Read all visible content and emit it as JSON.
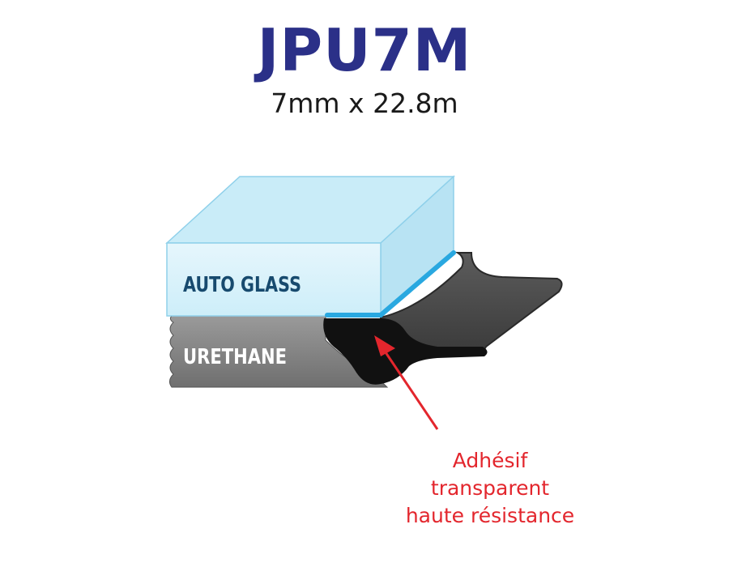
{
  "header": {
    "title": "JPU7M",
    "subtitle": "7mm x 22.8m"
  },
  "diagram": {
    "glass_label": "AUTO GLASS",
    "urethane_label": "URETHANE"
  },
  "callout": {
    "lines": [
      "Adhésif",
      "transparent",
      "haute résistance"
    ]
  },
  "colors": {
    "title": "#2b3088",
    "glass_front": "#d9f1fa",
    "glass_top": "#c4eaf7",
    "glass_side": "#b5e2f3",
    "glass_edge": "#7fc8e8",
    "adhesive_line": "#29a8e0",
    "glass_text": "#174a6e",
    "urethane": "#8c8c8c",
    "tape": "#4d4d4d",
    "adhesive": "#111111",
    "callout": "#e3262d"
  }
}
